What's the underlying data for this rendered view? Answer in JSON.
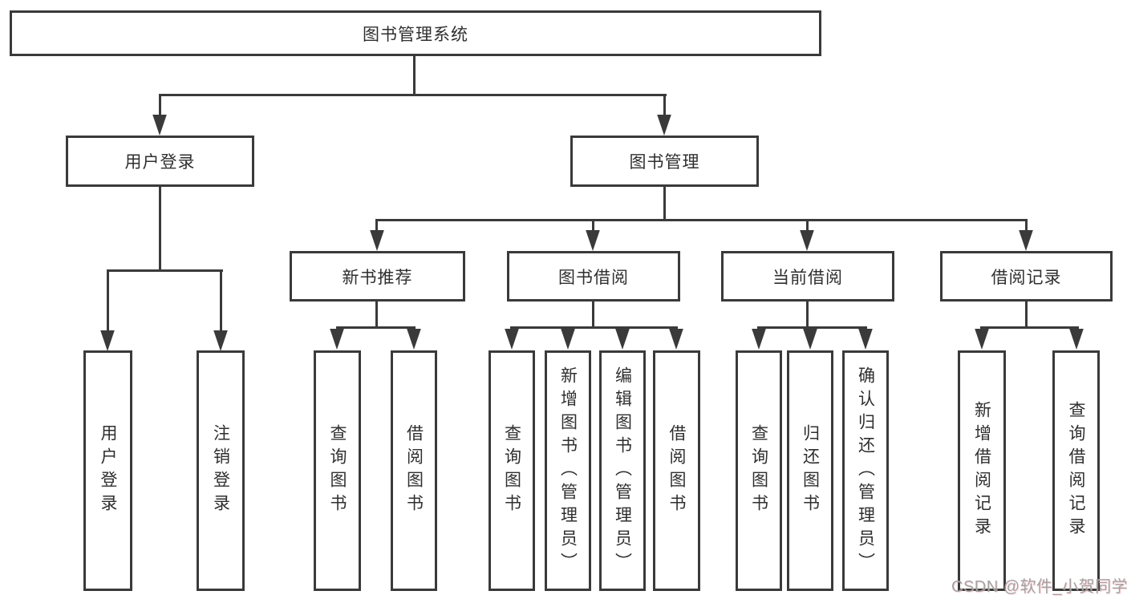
{
  "diagram": {
    "title": "图书管理系统",
    "colors": {
      "line": "#3a3a3a",
      "text": "#2f2f2f",
      "background": "#ffffff",
      "watermark": "#9e9e9e"
    },
    "tree": {
      "label": "图书管理系统",
      "children": [
        {
          "label": "用户登录",
          "children": [
            {
              "label": "用户登录"
            },
            {
              "label": "注销登录"
            }
          ]
        },
        {
          "label": "图书管理",
          "children": [
            {
              "label": "新书推荐",
              "children": [
                {
                  "label": "查询图书"
                },
                {
                  "label": "借阅图书"
                }
              ]
            },
            {
              "label": "图书借阅",
              "children": [
                {
                  "label": "查询图书"
                },
                {
                  "label": "新增图书（管理员）"
                },
                {
                  "label": "编辑图书（管理员）"
                },
                {
                  "label": "借阅图书"
                }
              ]
            },
            {
              "label": "当前借阅",
              "children": [
                {
                  "label": "查询图书"
                },
                {
                  "label": "归还图书"
                },
                {
                  "label": "确认归还（管理员）"
                }
              ]
            },
            {
              "label": "借阅记录",
              "children": [
                {
                  "label": "新增借阅记录"
                },
                {
                  "label": "查询借阅记录"
                }
              ]
            }
          ]
        }
      ]
    },
    "watermark": "CSDN @软件_小贺同学"
  }
}
